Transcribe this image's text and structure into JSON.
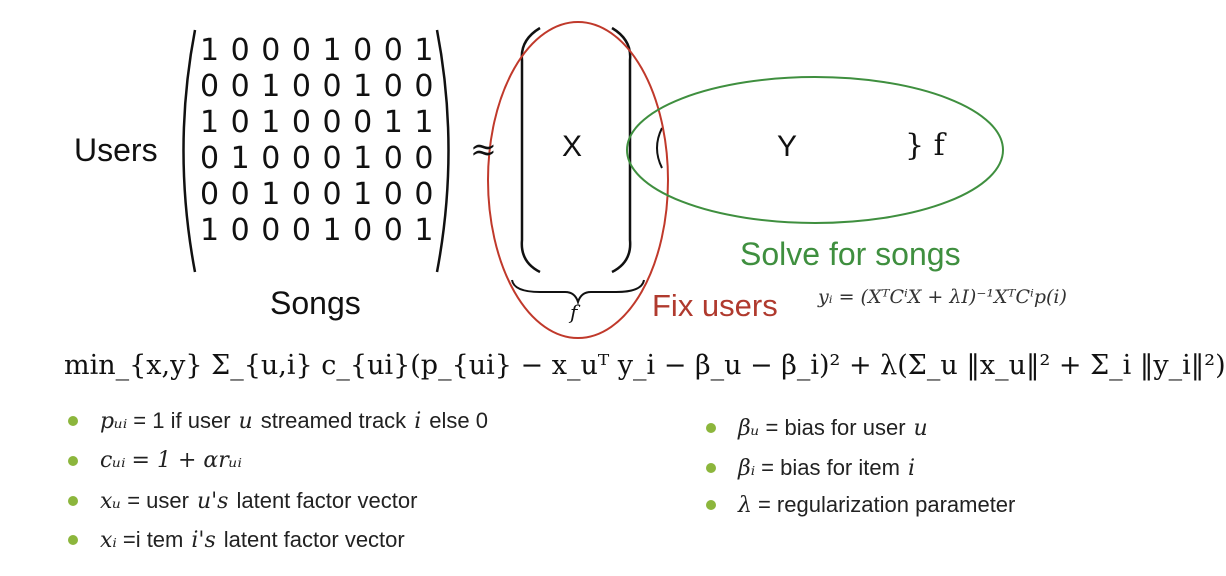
{
  "labels": {
    "users": "Users",
    "songs": "Songs",
    "x_block": "X",
    "y_block": "Y",
    "approx": "≈",
    "f_right": "} f",
    "f_under": "f",
    "fix_users": "Fix users",
    "solve_for_songs": "Solve for songs"
  },
  "matrix": {
    "rows": [
      "1 0 0 0 1 0 0 1",
      "0 0 1 0 0 1 0 0",
      "1 0 1 0 0 0 1 1",
      "0 1 0 0 0 1 0 0",
      "0 0 1 0 0 1 0 0",
      "1 0 0 0 1 0 0 1"
    ]
  },
  "formulas": {
    "update_rule": "yᵢ = (XᵀCⁱX + λI)⁻¹XᵀCⁱp(i)",
    "objective": "min_{x,y} Σ_{u,i} c_{ui}(p_{ui} − x_uᵀ y_i − β_u − β_i)² + λ(Σ_u ‖x_u‖² + Σ_i ‖y_i‖²)"
  },
  "bullets_left": [
    {
      "sym": "pᵤᵢ",
      "text": "= 1 if user",
      "var": "u",
      "rest": "streamed track",
      "var2": "i",
      "rest2": "else 0"
    },
    {
      "sym": "cᵤᵢ",
      "text": "= 1 + αrᵤᵢ",
      "var": "",
      "rest": "",
      "var2": "",
      "rest2": ""
    },
    {
      "sym": "xᵤ",
      "text": "= user",
      "var": "u's",
      "rest": "latent factor vector",
      "var2": "",
      "rest2": ""
    },
    {
      "sym": "xᵢ",
      "text": "=i tem",
      "var": "i's",
      "rest": "latent factor vector",
      "var2": "",
      "rest2": ""
    }
  ],
  "bullets_right": [
    {
      "sym": "βᵤ",
      "text": "=  bias for user",
      "var": "u"
    },
    {
      "sym": "βᵢ",
      "text": "=  bias for item",
      "var": "i"
    },
    {
      "sym": "λ",
      "text": "= regularization parameter",
      "var": ""
    }
  ],
  "colors": {
    "red_ellipse": "#c0392b",
    "green_ellipse": "#3f8f3f",
    "green_text": "#3f8f3f",
    "red_text": "#b03a2e",
    "bullet": "#8cb63c"
  }
}
